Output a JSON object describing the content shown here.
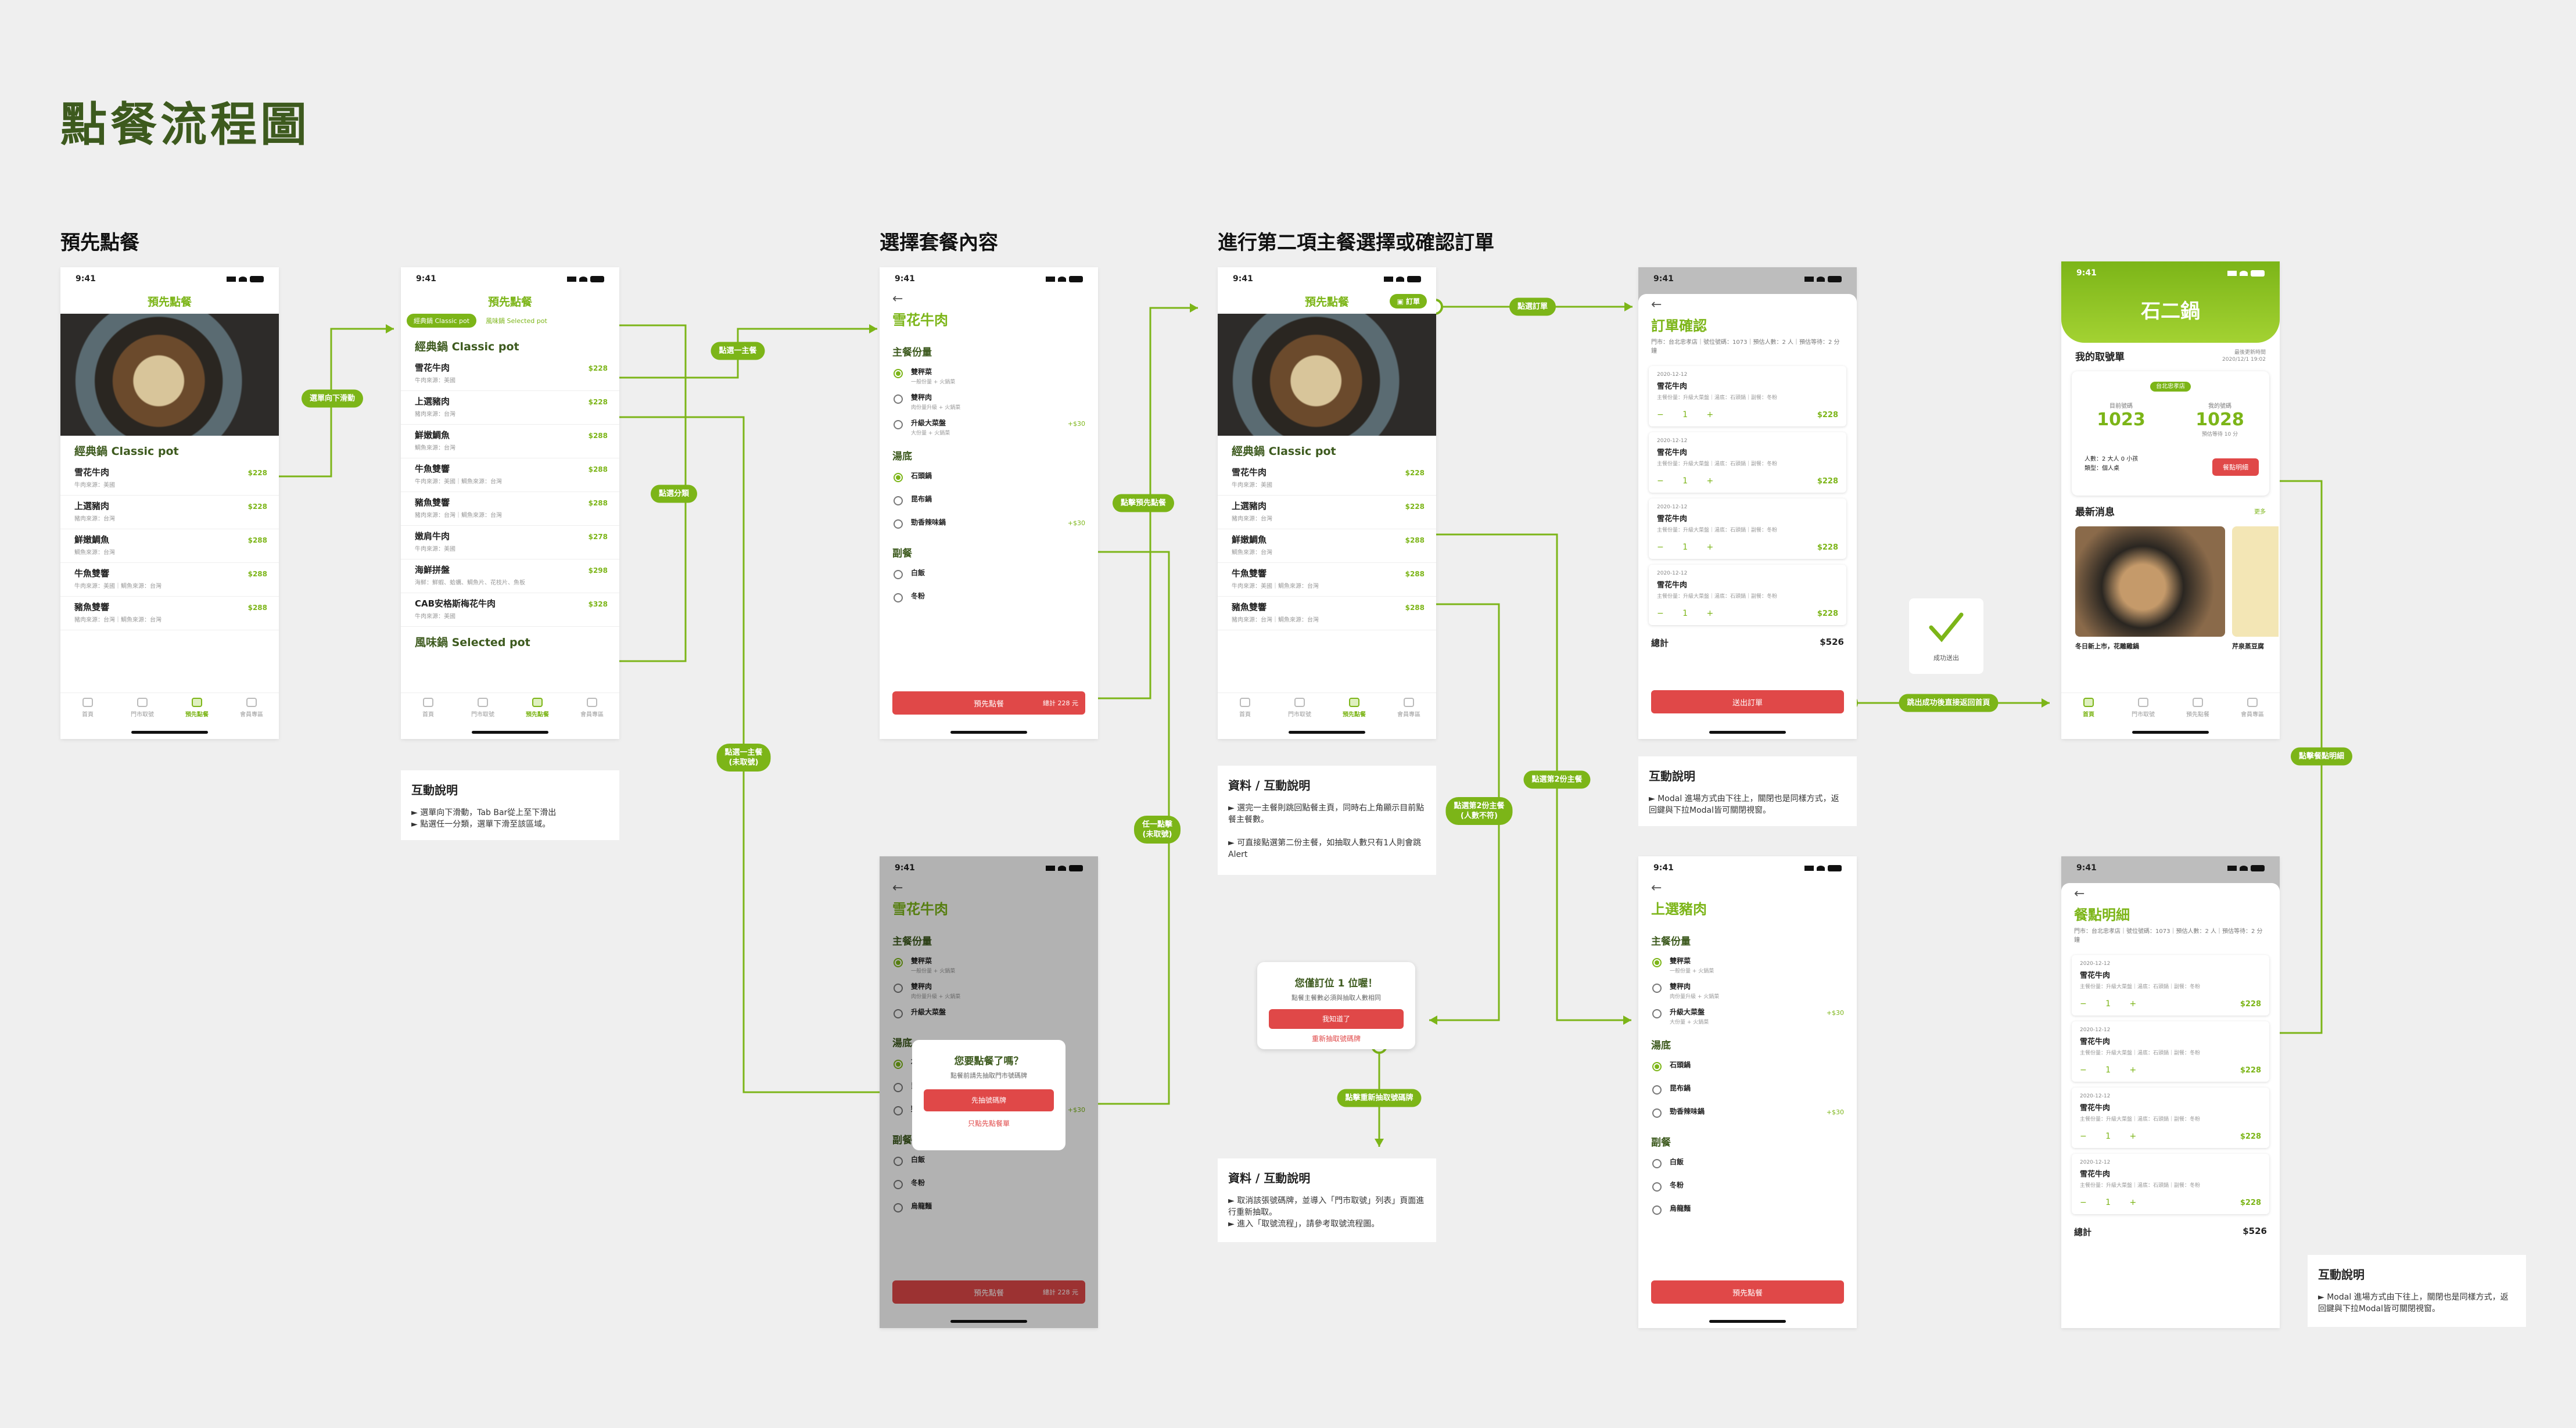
{
  "page_title": "點餐流程圖",
  "sections": {
    "s1": "預先點餐",
    "s2": "選擇套餐內容",
    "s3": "進行第二項主餐選擇或確認訂單"
  },
  "status": {
    "time": "9:41"
  },
  "tabs": [
    "首頁",
    "門市取號",
    "預先點餐",
    "會員專區"
  ],
  "preorder": {
    "header": "預先點餐",
    "section": "經典鍋 Classic pot",
    "section2": "風味鍋 Selected pot",
    "tab_classic": "經典鍋 Classic pot",
    "tab_selected": "風味鍋 Selected pot",
    "items": [
      {
        "name": "雪花牛肉",
        "desc": "牛肉來源：美國",
        "price": "$228"
      },
      {
        "name": "上選豬肉",
        "desc": "豬肉來源：台灣",
        "price": "$228"
      },
      {
        "name": "鮮嫩鯛魚",
        "desc": "鯛魚來源：台灣",
        "price": "$288"
      },
      {
        "name": "牛魚雙響",
        "desc": "牛肉來源：美國｜鯛魚來源：台灣",
        "price": "$288"
      },
      {
        "name": "豬魚雙響",
        "desc": "豬肉來源：台灣｜鯛魚來源：台灣",
        "price": "$288"
      },
      {
        "name": "嫩肩牛肉",
        "desc": "牛肉來源：美國",
        "price": "$278"
      },
      {
        "name": "海鮮拼盤",
        "desc": "海鮮：鮮蝦、蛤蠣、鯛魚片、花枝片、魚板",
        "price": "$298"
      },
      {
        "name": "CAB安格斯梅花牛肉",
        "desc": "牛肉來源：美國",
        "price": "$328"
      }
    ]
  },
  "combo": {
    "title": "雪花牛肉",
    "g1": "主餐份量",
    "g1_opts": [
      {
        "label": "雙秤菜",
        "sub": "一般份量 + 火鍋菜",
        "price": ""
      },
      {
        "label": "雙秤肉",
        "sub": "肉份量升級 + 火鍋菜",
        "price": ""
      },
      {
        "label": "升級大菜盤",
        "sub": "大份量 + 火鍋菜",
        "price": "+$30"
      }
    ],
    "g2": "湯底",
    "g2_opts": [
      {
        "label": "石頭鍋",
        "sub": "",
        "price": ""
      },
      {
        "label": "昆布鍋",
        "sub": "",
        "price": ""
      },
      {
        "label": "勁香辣味鍋",
        "sub": "",
        "price": "+$30"
      }
    ],
    "g3": "副餐",
    "g3_opts": [
      {
        "label": "白飯",
        "sub": "",
        "price": ""
      },
      {
        "label": "冬粉",
        "sub": "",
        "price": ""
      },
      {
        "label": "烏龍麵",
        "sub": "",
        "price": ""
      }
    ],
    "btn": "預先點餐",
    "total": "總計 228 元"
  },
  "modal1": {
    "title": "您要點餐了嗎？",
    "sub": "點餐前請先抽取門市號碼牌",
    "btn": "先抽號碼牌",
    "link": "只點先點餐單"
  },
  "order_badge": "訂單",
  "modal2": {
    "title": "您僅訂位 1 位喔！",
    "sub": "點餐主餐數必須與抽取人數相同",
    "btn": "我知道了",
    "link": "重新抽取號碼牌"
  },
  "confirm": {
    "title": "訂單確認",
    "meta": "門市：台北忠孝店｜號位號碼：1073｜預估人數：2 人｜預估等待：2 分鐘",
    "cards": [
      {
        "date": "2020-12-12",
        "name": "雪花牛肉",
        "sub": "主餐份量：升級大菜盤｜湯底：石頭鍋｜副餐：冬粉",
        "qty": "− 1 +",
        "price": "$228"
      },
      {
        "date": "2020-12-12",
        "name": "雪花牛肉",
        "sub": "主餐份量：升級大菜盤｜湯底：石頭鍋｜副餐：冬粉",
        "qty": "− 1 +",
        "price": "$228"
      },
      {
        "date": "2020-12-12",
        "name": "雪花牛肉",
        "sub": "主餐份量：升級大菜盤｜湯底：石頭鍋｜副餐：冬粉",
        "qty": "− 1 +",
        "price": "$228"
      },
      {
        "date": "2020-12-12",
        "name": "雪花牛肉",
        "sub": "主餐份量：升級大菜盤｜湯底：石頭鍋｜副餐：冬粉",
        "qty": "− 1 +",
        "price": "$228"
      }
    ],
    "total_label": "總計",
    "total": "$526",
    "btn": "送出訂單"
  },
  "second": {
    "title": "上選豬肉",
    "btn": "預先點餐"
  },
  "success": "成功送出",
  "home": {
    "brand": "石二鍋",
    "my_number": "我的取號單",
    "refresh_note": "最後更新時間",
    "refresh_time": "2020/12/1 19:02",
    "store": "台北忠孝店",
    "cur_label": "目前號碼",
    "cur_val": "1023",
    "mine_label": "我的號碼",
    "mine_val": "1028",
    "wait": "預估等待 10 分",
    "people": "人數：2 大人 0 小孩",
    "type": "類型：個人桌",
    "meal_btn": "餐點明細",
    "news": "最新消息",
    "more": "更多",
    "news1": "冬日新上市，花雕雞鍋",
    "news2": "芹泉蒸豆腐"
  },
  "detail": {
    "title": "餐點明細"
  },
  "notes": {
    "n1_title": "互動說明",
    "n1_body": "► 選單向下滑動，Tab Bar從上至下滑出\n► 點選任一分類，選單下滑至該區域。",
    "n2_title": "資料 / 互動說明",
    "n2_body": "► 選完一主餐則跳回點餐主頁，同時右上角顯示目前點餐主餐數。\n\n► 可直接點選第二份主餐，如抽取人數只有1人則會跳Alert",
    "n3_title": "資料 / 互動說明",
    "n3_body": "► 取消該張號碼牌，並導入「門市取號」列表」頁面進行重新抽取。\n► 進入「取號流程」，請參考取號流程圖。",
    "n4_title": "互動說明",
    "n4_body": "► Modal 進場方式由下往上，關閉也是同樣方式，返回鍵與下拉Modal皆可關閉視窗。",
    "n5_title": "互動說明",
    "n5_body": "► Modal 進場方式由下往上，關閉也是同樣方式，返回鍵與下拉Modal皆可關閉視窗。"
  },
  "pills": {
    "p1": "選單向下滑動",
    "p2": "點選一主餐",
    "p3": "點選分類",
    "p4": "點選一主餐\n(未取號)",
    "p5": "點擊預先點餐",
    "p6": "任一點擊\n(未取號)",
    "p7": "點選訂單",
    "p8": "點選第2份主餐",
    "p9": "點選第2份主餐\n(人數不符)",
    "p10": "點擊重新抽取號碼牌",
    "p11": "跳出成功後直接返回首頁",
    "p12": "點擊餐點明細"
  },
  "colors": {
    "brand": "#7cb518",
    "dark_green": "#3d5a1e",
    "red": "#e04848"
  }
}
